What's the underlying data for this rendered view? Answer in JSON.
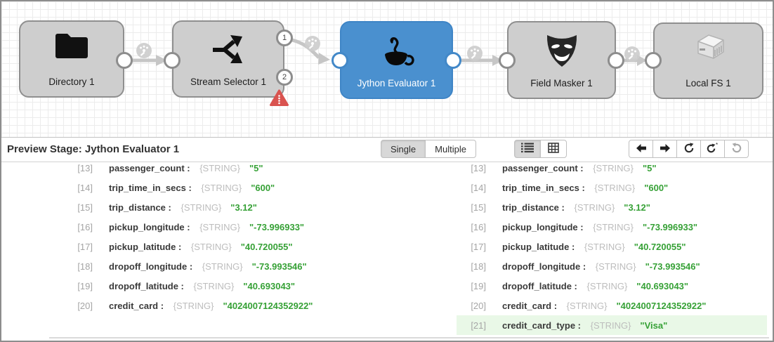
{
  "colors": {
    "selected_stage": "#4a90cf",
    "stage_fill": "#cecece",
    "value_green": "#36a136",
    "highlight_green": "#e9f8e7",
    "error_red": "#d9534f"
  },
  "pipeline": {
    "stages": [
      {
        "label": "Directory 1",
        "icon": "folder-icon",
        "selected": false
      },
      {
        "label": "Stream Selector 1",
        "icon": "stream-selector-icon",
        "selected": false,
        "output_labels": [
          "1",
          "2"
        ],
        "has_error": true
      },
      {
        "label": "Jython Evaluator 1",
        "icon": "jython-cup-icon",
        "selected": true
      },
      {
        "label": "Field Masker 1",
        "icon": "theater-mask-icon",
        "selected": false
      },
      {
        "label": "Local FS 1",
        "icon": "hard-drive-icon",
        "selected": false
      }
    ]
  },
  "preview": {
    "title": "Preview Stage: Jython Evaluator 1",
    "view_toggle": {
      "single": "Single",
      "multiple": "Multiple",
      "selected": "Single"
    },
    "display_toggle": {
      "selected": "list-view"
    },
    "nav": {
      "buttons": [
        "previous-stage",
        "next-stage",
        "refresh-preview",
        "refresh-preview-with-changes",
        "revert-changes"
      ],
      "disabled": [
        "revert-changes"
      ]
    },
    "records": {
      "colon": " : ",
      "input_rows": [
        {
          "index": "[13]",
          "name": "passenger_count",
          "type": "{STRING}",
          "value": "\"5\"",
          "highlight": false
        },
        {
          "index": "[14]",
          "name": "trip_time_in_secs",
          "type": "{STRING}",
          "value": "\"600\"",
          "highlight": false
        },
        {
          "index": "[15]",
          "name": "trip_distance",
          "type": "{STRING}",
          "value": "\"3.12\"",
          "highlight": false
        },
        {
          "index": "[16]",
          "name": "pickup_longitude",
          "type": "{STRING}",
          "value": "\"-73.996933\"",
          "highlight": false
        },
        {
          "index": "[17]",
          "name": "pickup_latitude",
          "type": "{STRING}",
          "value": "\"40.720055\"",
          "highlight": false
        },
        {
          "index": "[18]",
          "name": "dropoff_longitude",
          "type": "{STRING}",
          "value": "\"-73.993546\"",
          "highlight": false
        },
        {
          "index": "[19]",
          "name": "dropoff_latitude",
          "type": "{STRING}",
          "value": "\"40.693043\"",
          "highlight": false
        },
        {
          "index": "[20]",
          "name": "credit_card",
          "type": "{STRING}",
          "value": "\"4024007124352922\"",
          "highlight": false
        }
      ],
      "output_rows": [
        {
          "index": "[13]",
          "name": "passenger_count",
          "type": "{STRING}",
          "value": "\"5\"",
          "highlight": false
        },
        {
          "index": "[14]",
          "name": "trip_time_in_secs",
          "type": "{STRING}",
          "value": "\"600\"",
          "highlight": false
        },
        {
          "index": "[15]",
          "name": "trip_distance",
          "type": "{STRING}",
          "value": "\"3.12\"",
          "highlight": false
        },
        {
          "index": "[16]",
          "name": "pickup_longitude",
          "type": "{STRING}",
          "value": "\"-73.996933\"",
          "highlight": false
        },
        {
          "index": "[17]",
          "name": "pickup_latitude",
          "type": "{STRING}",
          "value": "\"40.720055\"",
          "highlight": false
        },
        {
          "index": "[18]",
          "name": "dropoff_longitude",
          "type": "{STRING}",
          "value": "\"-73.993546\"",
          "highlight": false
        },
        {
          "index": "[19]",
          "name": "dropoff_latitude",
          "type": "{STRING}",
          "value": "\"40.693043\"",
          "highlight": false
        },
        {
          "index": "[20]",
          "name": "credit_card",
          "type": "{STRING}",
          "value": "\"4024007124352922\"",
          "highlight": false
        },
        {
          "index": "[21]",
          "name": "credit_card_type",
          "type": "{STRING}",
          "value": "\"Visa\"",
          "highlight": true
        }
      ]
    }
  }
}
